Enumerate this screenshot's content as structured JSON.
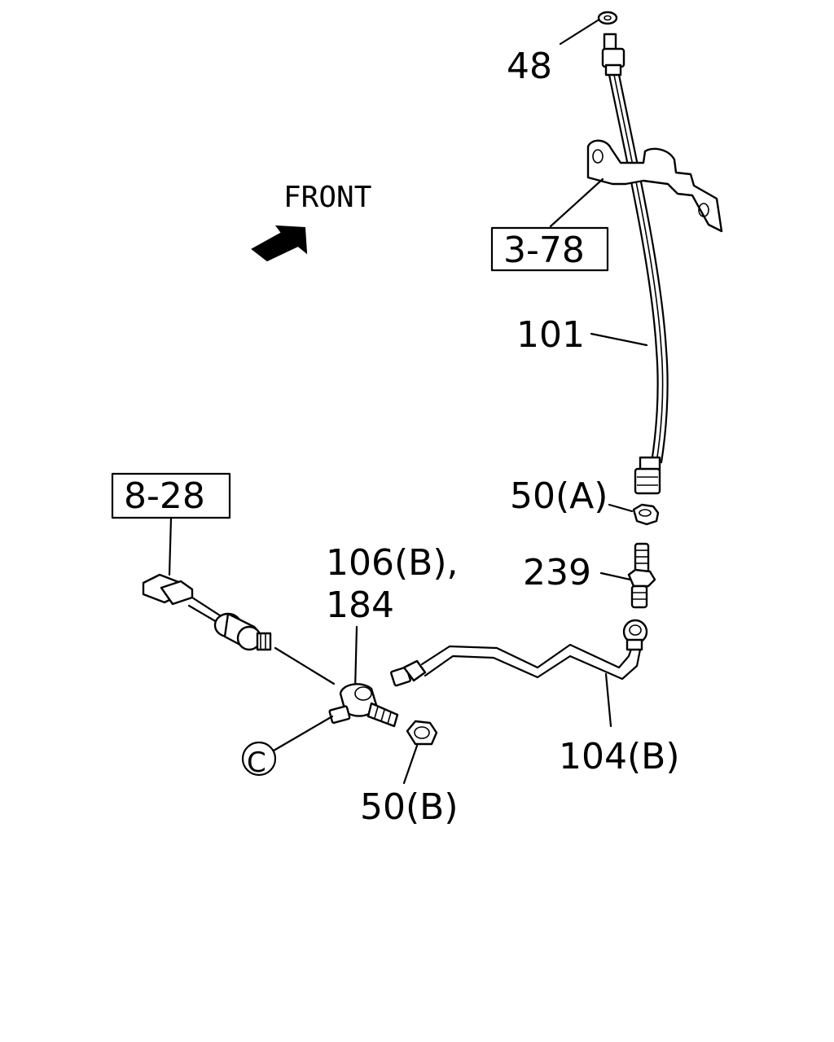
{
  "diagram": {
    "front_label": "FRONT",
    "callouts": {
      "p48": "48",
      "p3_78": "3-78",
      "p101": "101",
      "p50a": "50(A)",
      "p239": "239",
      "p8_28": "8-28",
      "p106b": "106(B),",
      "p184": "184",
      "pc": "C",
      "p104b": "104(B)",
      "p50b": "50(B)"
    },
    "icons": [
      "front-arrow-icon"
    ]
  }
}
